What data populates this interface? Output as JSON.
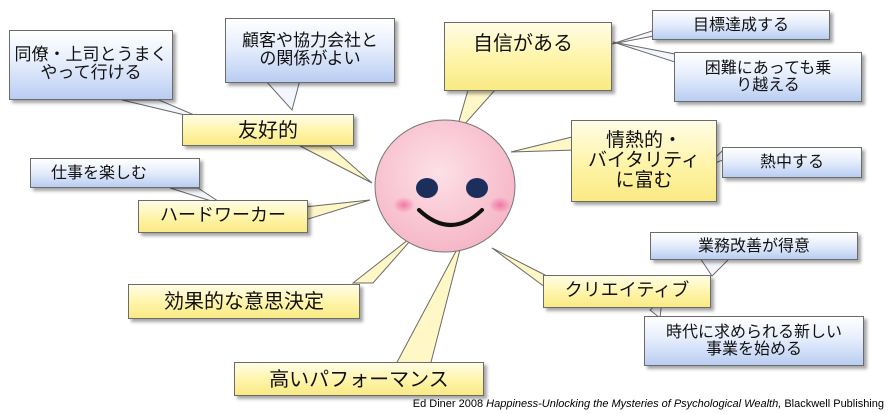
{
  "face": {
    "colors": {
      "face": "#f9c7d4",
      "eye": "#1c2f5c",
      "cheek": "#f47aa8",
      "mouth": "#111111",
      "connector": "#f3eca2"
    }
  },
  "nodes": {
    "jishin": {
      "lines": [
        "自信がある"
      ]
    },
    "mokuhyo": {
      "lines": [
        "目標達成する"
      ]
    },
    "konnan": {
      "lines": [
        "困難にあっても乗",
        "り越える"
      ]
    },
    "jonetsu": {
      "lines": [
        "情熱的・",
        "バイタリティ",
        "に富む"
      ]
    },
    "nechu": {
      "lines": [
        "熱中する"
      ]
    },
    "yukoteki": {
      "lines": [
        "友好的"
      ]
    },
    "doryo": {
      "lines": [
        "同僚・上司とうまく",
        "やって行ける"
      ]
    },
    "kokyaku": {
      "lines": [
        "顧客や協力会社と",
        "の関係がよい"
      ]
    },
    "hardworker": {
      "lines": [
        "ハードワーカー"
      ]
    },
    "shigoto": {
      "lines": [
        "仕事を楽しむ"
      ]
    },
    "kokateki": {
      "lines": [
        "効果的な意思決定"
      ]
    },
    "takai": {
      "lines": [
        "高いパフォーマンス"
      ]
    },
    "creative": {
      "lines": [
        "クリエイティブ"
      ]
    },
    "gyomu": {
      "lines": [
        "業務改善が得意"
      ]
    },
    "jidai": {
      "lines": [
        "時代に求められる新しい",
        "事業を始める"
      ]
    }
  },
  "citation": {
    "author": "Ed Diner 2008",
    "title": "Happiness-Unlocking the Mysteries of Psychological Wealth,",
    "publisher": "Blackwell Publishing"
  }
}
